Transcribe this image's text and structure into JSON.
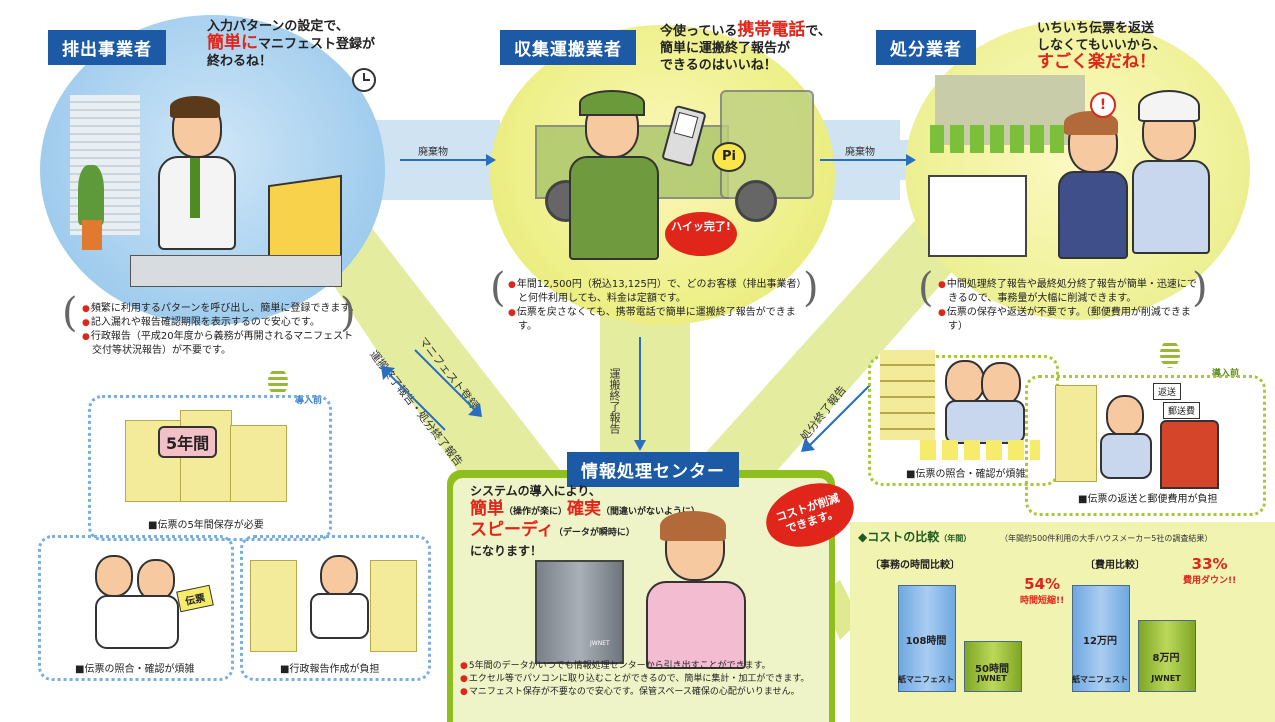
{
  "discharger": {
    "tag": "排出事業者",
    "speech1": "入力パターンの設定で、",
    "speech2_red": "簡単に",
    "speech2": "マニフェスト登録が",
    "speech3": "終わるね！",
    "bullets": [
      "頻繁に利用するパターンを呼び出し、簡単に登録できます。",
      "記入漏れや報告確認期限を表示するので安心です。",
      "行政報告（平成20年度から義務が再開されるマニフェスト交付等状況報告）が不要です。"
    ]
  },
  "collector": {
    "tag": "収集運搬業者",
    "speech1a": "今使っている",
    "speech1_red": "携帯電話",
    "speech1b": "で、",
    "speech2": "簡単に運搬終了報告が",
    "speech3": "できるのはいいね！",
    "bubble": "ハイッ完了!",
    "pi": "Pi",
    "bullets": [
      "年間12,500円（税込13,125円）で、どのお客様（排出事業者）と何件利用しても、料金は定額です。",
      "伝票を戻さなくても、携帯電話で簡単に運搬終了報告ができます。"
    ]
  },
  "disposer": {
    "tag": "処分業者",
    "speech1": "いちいち伝票を返送",
    "speech2": "しなくてもいいから、",
    "speech3_red": "すごく楽だね！",
    "bullets": [
      "中間処理終了報告や最終処分終了報告が簡単・迅速にできるので、事務量が大幅に削減できます。",
      "伝票の保存や返送が不要です。（郵便費用が削減できます）"
    ]
  },
  "flows": {
    "waste1": "廃棄物",
    "waste2": "廃棄物",
    "manifest": "マニフェスト登録",
    "report_back": "運搬終了報告・処分終了報告",
    "transport_done": "運搬終了報告",
    "disposal_done": "処分終了報告"
  },
  "before_left": {
    "badge": "導入前",
    "five_years": "5年間",
    "cap1": "■伝票の5年間保存が必要",
    "cap2": "■伝票の照合・確認が煩雑",
    "cap3": "■行政報告作成が負担",
    "slip": "伝票"
  },
  "before_right": {
    "badge": "導入前",
    "cap1": "■伝票の照合・確認が煩雑",
    "cap2": "■伝票の返送と郵便費用が負担",
    "tag_return": "返送",
    "tag_postage": "郵送費"
  },
  "center": {
    "tag": "情報処理センター",
    "line1": "システムの導入により、",
    "w1": "簡単",
    "w1s": "（操作が楽に）",
    "w2": "確実",
    "w2s": "（間違いがないように）",
    "w3": "スピーディ",
    "w3s": "（データが瞬時に）",
    "line4": "になります！",
    "bubble": "コストが削減できます。",
    "server_label": "JWNET",
    "bullets": [
      "5年間のデータがいつでも情報処理センターから引き出すことができます。",
      "エクセル等でパソコンに取り込むことができるので、簡単に集計・加工ができます。",
      "マニフェスト保存が不要なので安心です。保管スペース確保の心配がいりません。"
    ]
  },
  "cost": {
    "title": "◆コストの比較",
    "title_small": "（年間）",
    "note": "（年間約500件利用の大手ハウスメーカー5社の調査結果）",
    "time_title": "〔事務の時間比較〕",
    "fee_title": "〔費用比較〕",
    "time_pct": "54%",
    "time_pct_label": "時間短縮!!",
    "fee_pct": "33%",
    "fee_pct_label": "費用ダウン!!"
  },
  "chart_data": {
    "type": "bar",
    "charts": [
      {
        "title": "事務の時間比較",
        "categories": [
          "紙マニフェスト",
          "JWNET"
        ],
        "values": [
          108,
          50
        ],
        "unit": "時間",
        "value_labels": [
          "108時間",
          "50時間"
        ]
      },
      {
        "title": "費用比較",
        "categories": [
          "紙マニフェスト",
          "JWNET"
        ],
        "values": [
          12,
          8
        ],
        "unit": "万円",
        "value_labels": [
          "12万円",
          "8万円"
        ]
      }
    ]
  }
}
